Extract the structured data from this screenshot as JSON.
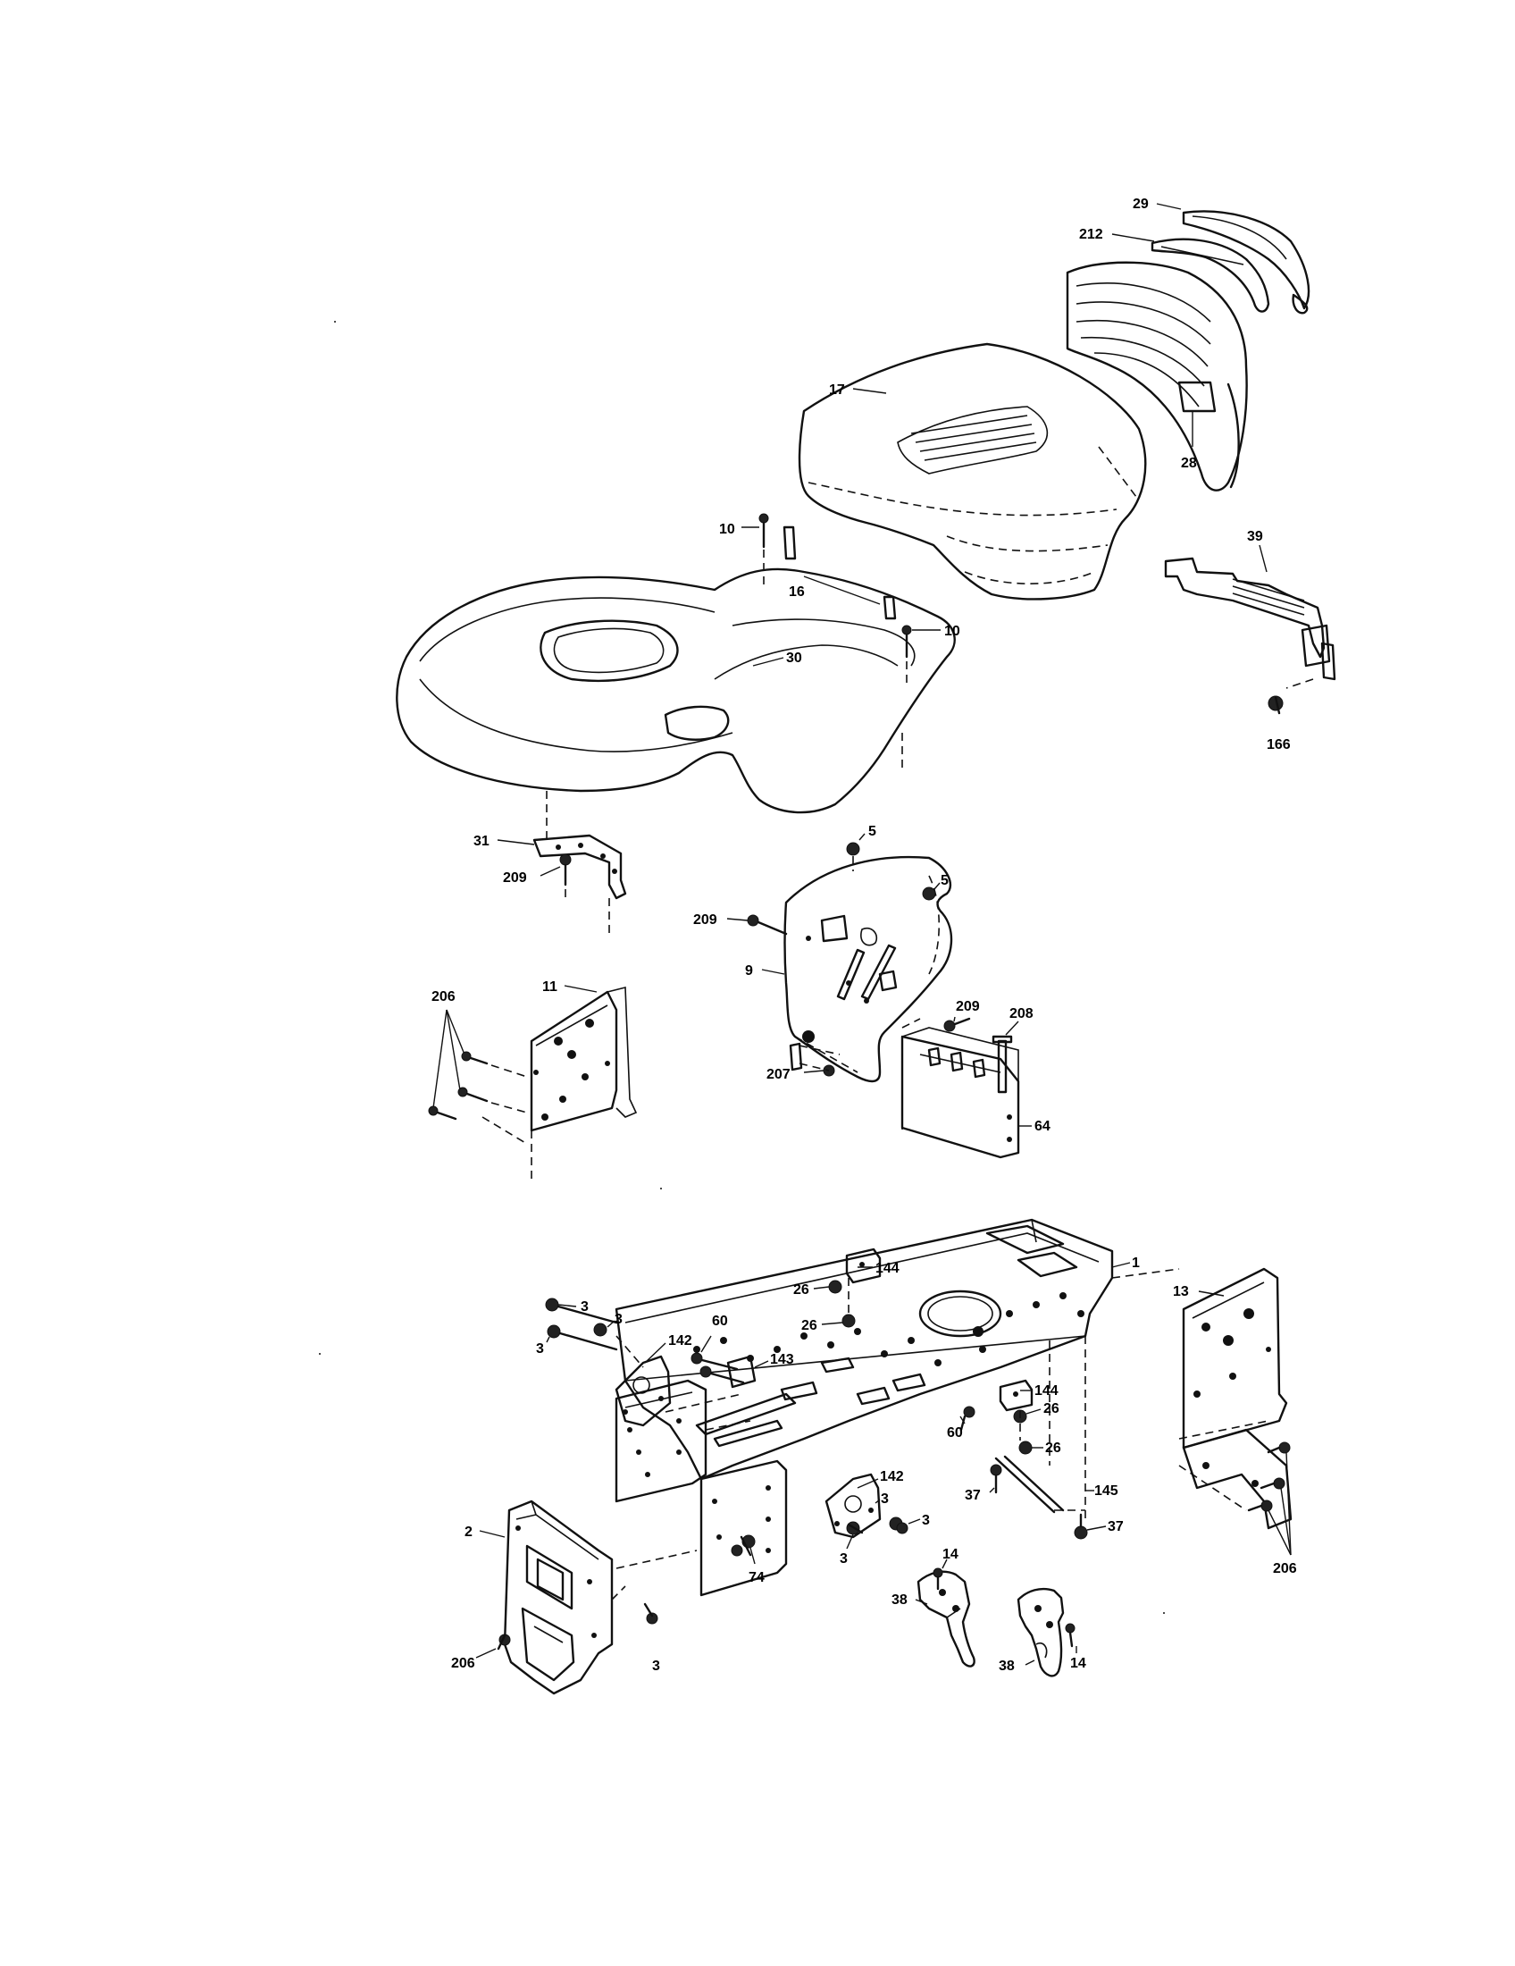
{
  "callouts": {
    "c29": "29",
    "c212": "212",
    "c17": "17",
    "c28": "28",
    "c10a": "10",
    "c16": "16",
    "c10b": "10",
    "c30": "30",
    "c39": "39",
    "c166": "166",
    "c31": "31",
    "c209a": "209",
    "c5a": "5",
    "c5b": "5",
    "c209b": "209",
    "c9": "9",
    "c206a": "206",
    "c11": "11",
    "c209c": "209",
    "c208": "208",
    "c207": "207",
    "c64": "64",
    "c144a": "144",
    "c1": "1",
    "c26a": "26",
    "c26b": "26",
    "c3a": "3",
    "c3b": "3",
    "c3c": "3",
    "c142a": "142",
    "c60a": "60",
    "c143": "143",
    "c13": "13",
    "c144b": "144",
    "c26c": "26",
    "c60b": "60",
    "c26d": "26",
    "c37a": "37",
    "c145": "145",
    "c37b": "37",
    "c142b": "142",
    "c3d": "3",
    "c3e": "3",
    "c3f": "3",
    "c2": "2",
    "c74": "74",
    "c14a": "14",
    "c38a": "38",
    "c206b": "206",
    "c3g": "3",
    "c206c": "206",
    "c38b": "38",
    "c14b": "14"
  }
}
